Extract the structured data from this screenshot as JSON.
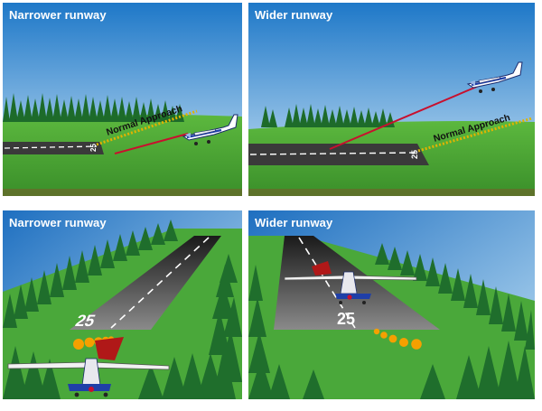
{
  "panels": [
    {
      "title": "Narrower runway",
      "approach_label": "Normal Approach",
      "runway_number": "25"
    },
    {
      "title": "Wider runway",
      "approach_label": "Normal Approach",
      "runway_number": "25"
    },
    {
      "title": "Narrower runway",
      "runway_number": "25"
    },
    {
      "title": "Wider runway",
      "runway_number": "25"
    }
  ],
  "colors": {
    "sky_top": "#1e78c8",
    "sky_bottom": "#cfe6f6",
    "grass": "#3f9b2f",
    "tree_dark": "#1d6b2a",
    "runway": "#3a3a3a",
    "perceived_path": "#c8102e",
    "normal_path": "#e0b400",
    "vasi_ball": "#f5a000"
  },
  "icons": [
    "airplane-icon",
    "tree-line-icon",
    "runway-icon"
  ]
}
